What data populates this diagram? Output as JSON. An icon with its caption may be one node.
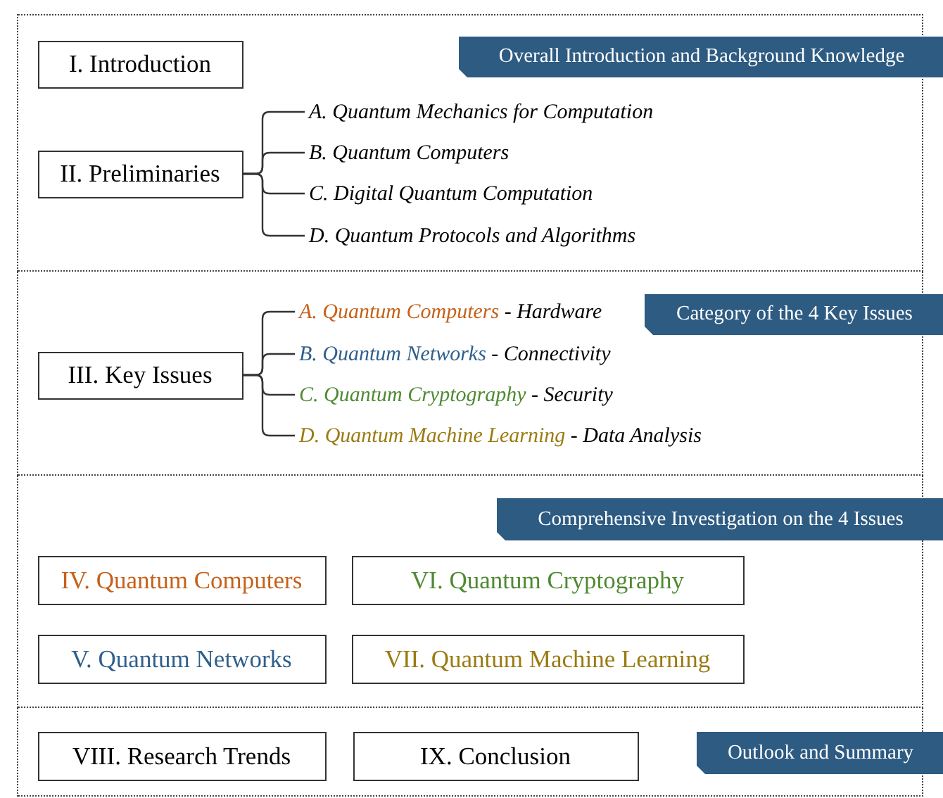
{
  "diagram": {
    "nodes": [
      {
        "text": [
          "Overall Introduction and Background Knowledge"
        ]
      },
      {
        "text": [
          "I. Introduction"
        ],
        "in": 0
      },
      {
        "text": [
          "II. Preliminaries"
        ],
        "in": 0
      },
      {
        "text": [
          "A. Quantum Mechanics for Computation"
        ],
        "in": 0
      },
      {
        "text": [
          "B. Quantum Computers"
        ],
        "in": 0
      },
      {
        "text": [
          "C. Digital Quantum Computation"
        ],
        "in": 0
      },
      {
        "text": [
          "D. Quantum Protocols and Algorithms"
        ],
        "in": 0
      },
      {
        "text": [
          "Category of the 4 Key Issues"
        ]
      },
      {
        "text": [
          "III. Key Issues"
        ],
        "in": 7
      },
      {
        "text": [
          "A. Quantum Computers",
          "- Hardware"
        ],
        "in": 7
      },
      {
        "text": [
          "B. Quantum Networks",
          "- Connectivity"
        ],
        "in": 7
      },
      {
        "text": [
          "C. Quantum Cryptography",
          "- Security"
        ],
        "in": 7
      },
      {
        "text": [
          "D. Quantum Machine Learning",
          "- Data Analysis"
        ],
        "in": 7
      },
      {
        "text": [
          "Comprehensive Investigation on the 4 Issues"
        ]
      },
      {
        "text": [
          "IV. Quantum Computers"
        ],
        "in": 13
      },
      {
        "text": [
          "VI. Quantum Cryptography"
        ],
        "in": 13
      },
      {
        "text": [
          "V. Quantum Networks"
        ],
        "in": 13
      },
      {
        "text": [
          "VII. Quantum Machine Learning"
        ],
        "in": 13
      },
      {
        "text": [
          "Outlook and Summary"
        ]
      },
      {
        "text": [
          "VIII. Research Trends"
        ],
        "in": 18
      },
      {
        "text": [
          "IX. Conclusion"
        ],
        "in": 18
      }
    ],
    "edges": [
      {
        "from": 2,
        "to": 3,
        "arrow": "none"
      },
      {
        "from": 2,
        "to": 4,
        "arrow": "none"
      },
      {
        "from": 2,
        "to": 5,
        "arrow": "none"
      },
      {
        "from": 2,
        "to": 6,
        "arrow": "none"
      },
      {
        "from": 8,
        "to": 9,
        "arrow": "none"
      },
      {
        "from": 8,
        "to": 10,
        "arrow": "none"
      },
      {
        "from": 8,
        "to": 11,
        "arrow": "none"
      },
      {
        "from": 8,
        "to": 12,
        "arrow": "none"
      }
    ]
  }
}
